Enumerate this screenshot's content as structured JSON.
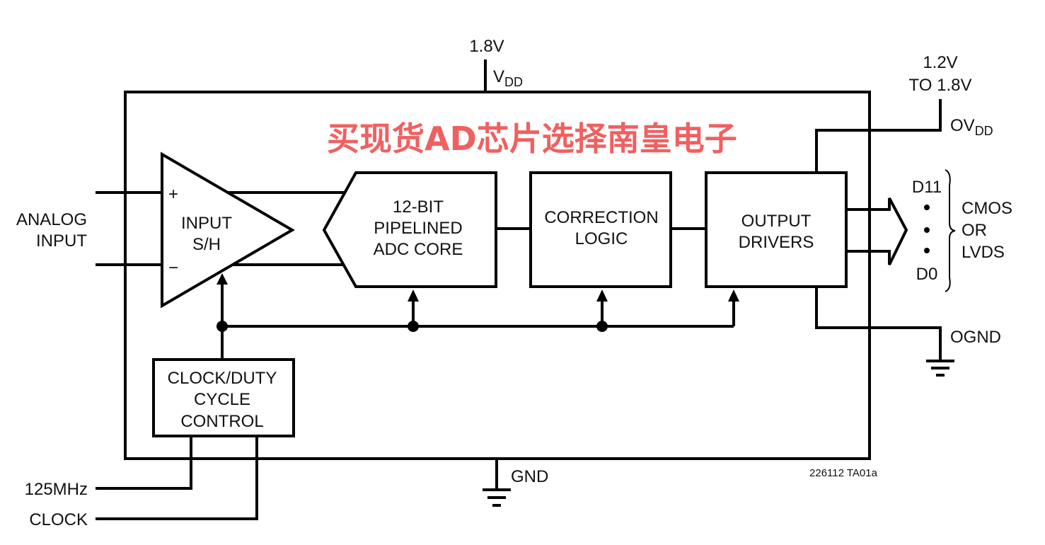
{
  "supply": {
    "vdd_voltage": "1.8V",
    "vdd_label": "V",
    "vdd_sub": "DD",
    "gnd_label": "GND"
  },
  "output_supply": {
    "voltage_line1": "1.2V",
    "voltage_line2": "TO 1.8V",
    "ovdd_label": "OV",
    "ovdd_sub": "DD",
    "ognd_label": "OGND"
  },
  "inputs": {
    "analog_line1": "ANALOG",
    "analog_line2": "INPUT",
    "plus": "+",
    "minus": "−",
    "clock_line1": "125MHz",
    "clock_line2": "CLOCK"
  },
  "blocks": {
    "sample_hold": [
      "INPUT",
      "S/H"
    ],
    "adc_core": [
      "12-BIT",
      "PIPELINED",
      "ADC CORE"
    ],
    "correction": [
      "CORRECTION",
      "LOGIC"
    ],
    "output_drivers": [
      "OUTPUT",
      "DRIVERS"
    ],
    "clock_control": [
      "CLOCK/DUTY",
      "CYCLE",
      "CONTROL"
    ]
  },
  "outputs": {
    "msb": "D11",
    "lsb": "D0",
    "type": [
      "CMOS",
      "OR",
      "LVDS"
    ]
  },
  "figure_ref": "226112 TA01a",
  "watermark": {
    "text": "买现货AD芯片选择南皇电子",
    "color": "#f06060"
  }
}
